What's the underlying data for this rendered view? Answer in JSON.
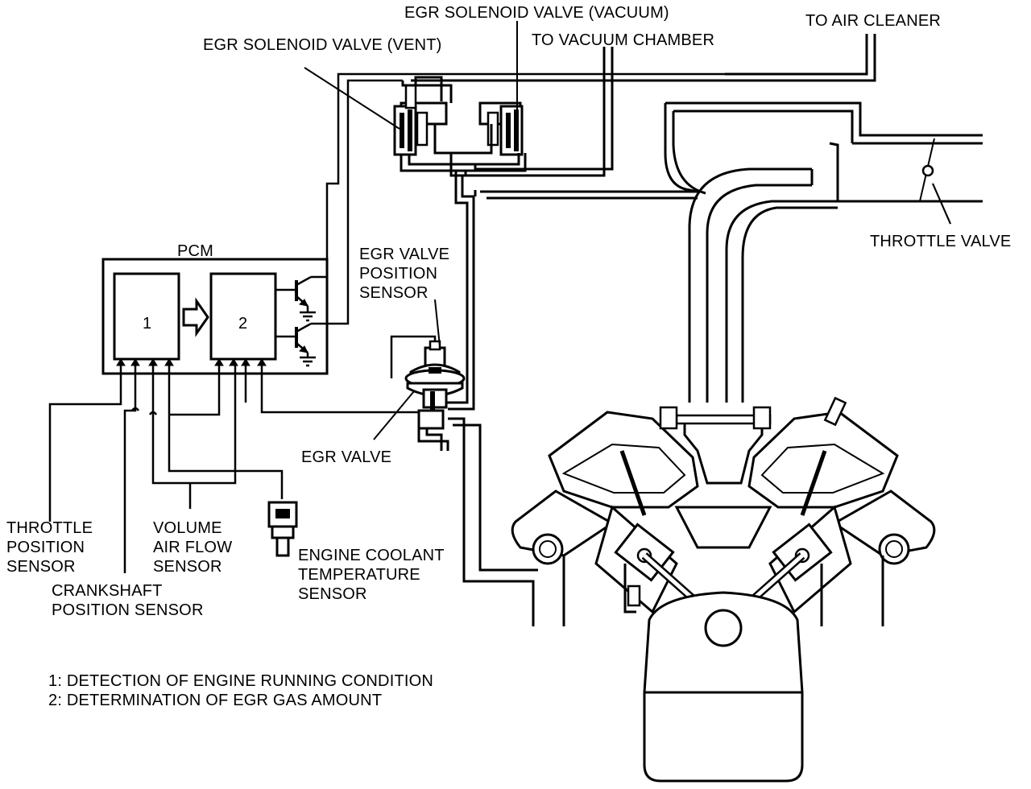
{
  "labels": {
    "egr_sol_vacuum": "EGR SOLENOID VALVE (VACUUM)",
    "egr_sol_vent": "EGR SOLENOID VALVE (VENT)",
    "to_vacuum_chamber": "TO VACUUM CHAMBER",
    "to_air_cleaner": "TO AIR CLEANER",
    "throttle_valve": "THROTTLE VALVE",
    "pcm": "PCM",
    "block_1": "1",
    "block_2": "2",
    "egr_vps_line1": "EGR VALVE",
    "egr_vps_line2": "POSITION",
    "egr_vps_line3": "SENSOR",
    "egr_valve": "EGR VALVE",
    "tps_line1": "THROTTLE",
    "tps_line2": "POSITION",
    "tps_line3": "SENSOR",
    "vaf_line1": "VOLUME",
    "vaf_line2": "AIR FLOW",
    "vaf_line3": "SENSOR",
    "ckp_line1": "CRANKSHAFT",
    "ckp_line2": "POSITION SENSOR",
    "ect_line1": "ENGINE COOLANT",
    "ect_line2": "TEMPERATURE",
    "ect_line3": "SENSOR"
  },
  "legend": {
    "item1": "1:  DETECTION OF ENGINE RUNNING CONDITION",
    "item2": "2:  DETERMINATION OF EGR GAS AMOUNT"
  }
}
